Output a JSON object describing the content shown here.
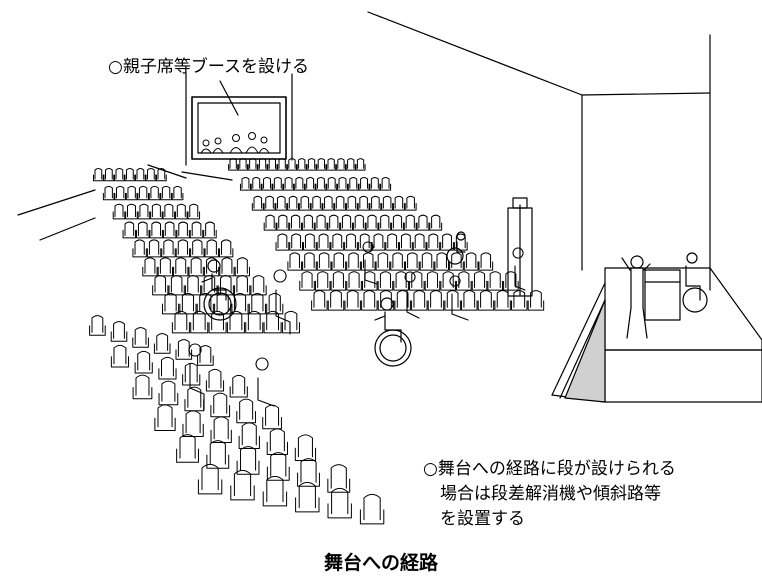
{
  "labels": {
    "booth": "○親子席等ブースを設ける",
    "stage_note_lines": [
      "○舞台への経路に段が設けられる",
      "　場合は段差解消機や傾斜路等",
      "　を設置する"
    ]
  },
  "caption": "舞台への経路",
  "colors": {
    "line": "#000000",
    "background": "#ffffff",
    "ramp_fill": "#d0d0d0"
  }
}
